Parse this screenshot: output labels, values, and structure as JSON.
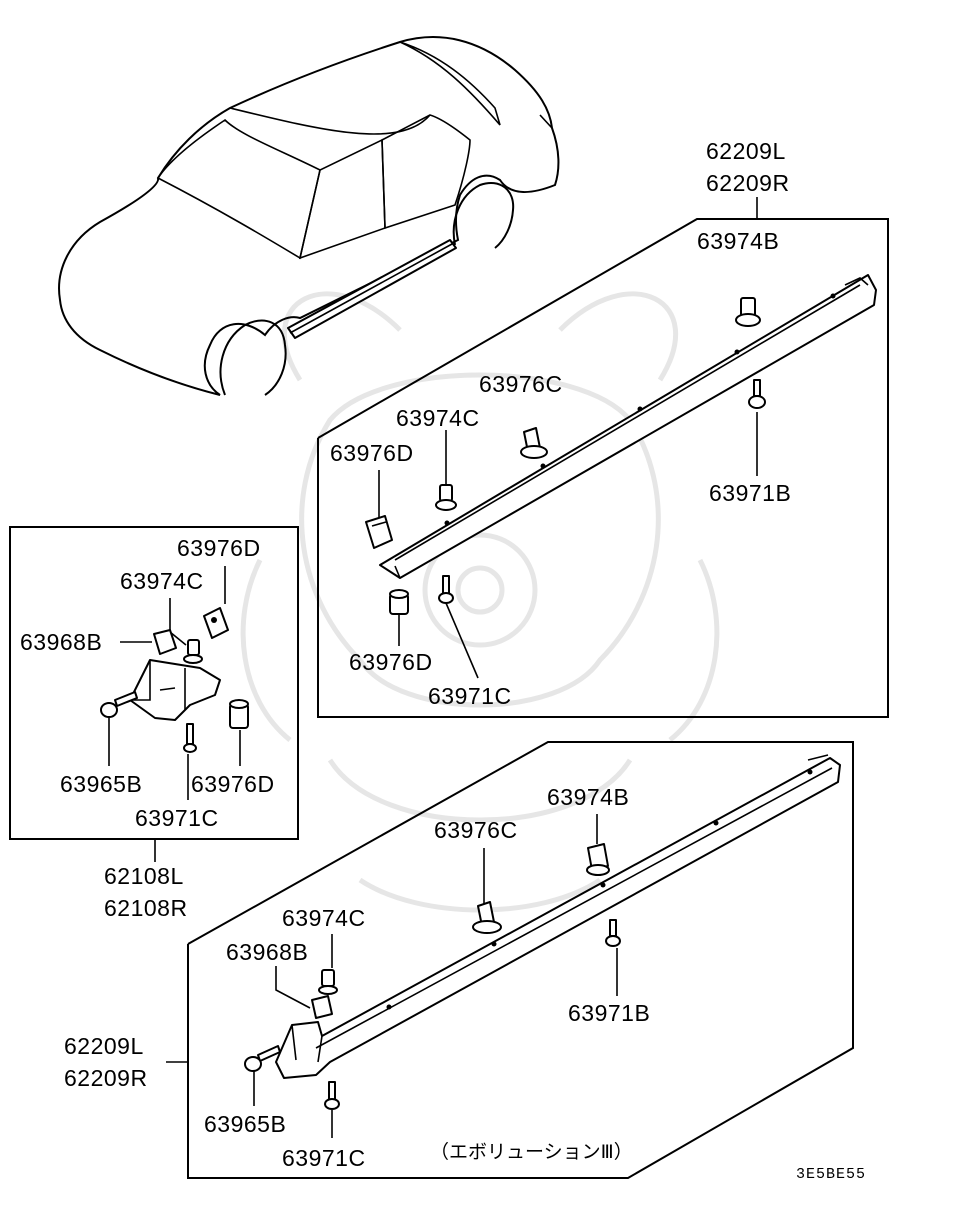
{
  "diagram": {
    "upper_group": {
      "assembly_left": "62209L",
      "assembly_right": "62209R",
      "labels": {
        "clip_top": "63974B",
        "screw_right": "63971B",
        "clip_c": "63976C",
        "clip_c2": "63974C",
        "clip_d": "63976D",
        "clip_d_bottom": "63976D",
        "screw_bottom": "63971C"
      }
    },
    "inset_group": {
      "assembly_left": "62108L",
      "assembly_right": "62108R",
      "labels": {
        "clip_d": "63976D",
        "clip_c": "63974C",
        "nut": "63968B",
        "bolt": "63965B",
        "clip_d_bottom": "63976D",
        "screw": "63971C"
      }
    },
    "lower_group": {
      "assembly_left": "62209L",
      "assembly_right": "62209R",
      "labels": {
        "clip_top": "63974B",
        "clip_c": "63976C",
        "clip_c2": "63974C",
        "nut": "63968B",
        "screw_right": "63971B",
        "bolt": "63965B",
        "screw": "63971C"
      },
      "variant_note": "（エボリューションⅢ）"
    },
    "diagram_code": "3E5BE55"
  }
}
